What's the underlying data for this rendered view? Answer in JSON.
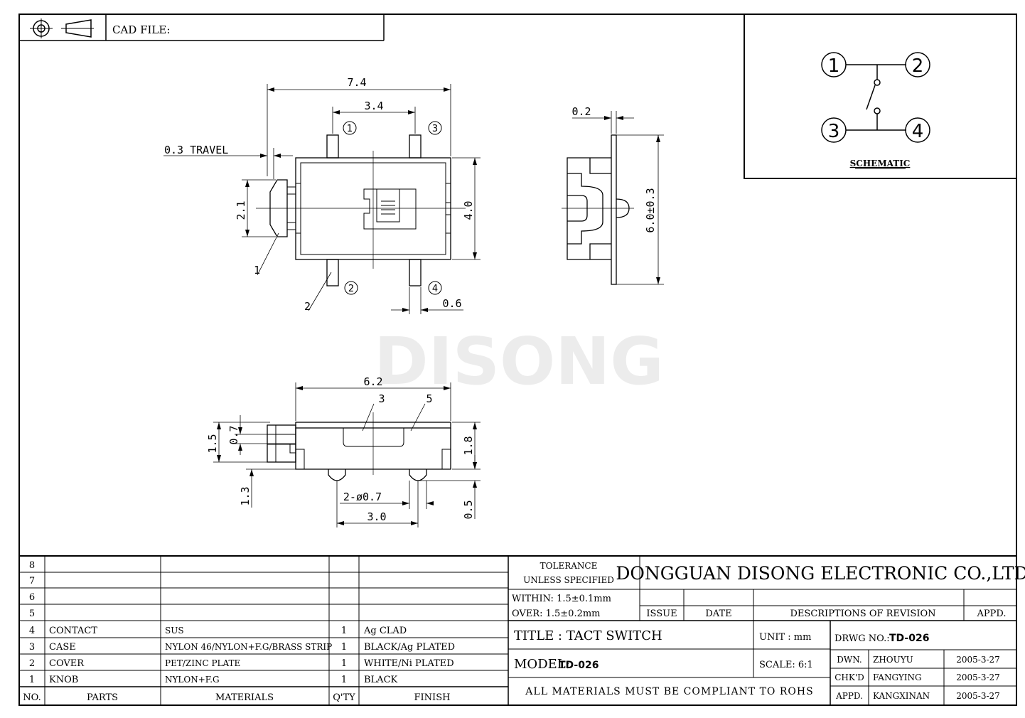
{
  "header": {
    "cad_label": "CAD FILE:"
  },
  "watermark": "DISONG",
  "schematic": {
    "title": "SCHEMATIC",
    "pins": [
      "1",
      "2",
      "3",
      "4"
    ]
  },
  "drawing": {
    "dims": {
      "width_top": "7.4",
      "pitch_top": "3.4",
      "travel": "0.3 TRAVEL",
      "knob_height": "2.1",
      "body_height": "4.0",
      "pin_width": "0.6",
      "side_offset": "0.2",
      "side_height": "6.0±0.3",
      "bottom_width": "6.2",
      "bottom_h15": "1.5",
      "bottom_h07": "0.7",
      "bottom_h13": "1.3",
      "bottom_h18": "1.8",
      "bottom_h05": "0.5",
      "post_dia": "2-ø0.7",
      "post_pitch": "3.0"
    },
    "callouts": [
      "1",
      "2",
      "3",
      "5"
    ],
    "pin_marks": [
      "1",
      "2",
      "3",
      "4"
    ]
  },
  "bom": {
    "empty_rows": [
      "8",
      "7",
      "6",
      "5"
    ],
    "rows": [
      {
        "no": "4",
        "part": "CONTACT",
        "material": "SUS",
        "qty": "1",
        "finish": "Ag CLAD"
      },
      {
        "no": "3",
        "part": "CASE",
        "material": "NYLON 46/NYLON+F.G/BRASS STRIP",
        "qty": "1",
        "finish": "BLACK/Ag PLATED"
      },
      {
        "no": "2",
        "part": "COVER",
        "material": "PET/ZINC PLATE",
        "qty": "1",
        "finish": "WHITE/Ni PLATED"
      },
      {
        "no": "1",
        "part": "KNOB",
        "material": "NYLON+F.G",
        "qty": "1",
        "finish": "BLACK"
      }
    ],
    "headers": {
      "no": "NO.",
      "part": "PARTS",
      "material": "MATERIALS",
      "qty": "Q'TY",
      "finish": "FINISH"
    }
  },
  "title_block": {
    "tolerance_line1": "TOLERANCE",
    "tolerance_line2": "UNLESS  SPECIFIED",
    "company": "DONGGUAN DISONG ELECTRONIC CO.,LTD.",
    "within": "WITHIN: 1.5±0.1mm",
    "over": "OVER: 1.5±0.2mm",
    "issue": "ISSUE",
    "date": "DATE",
    "revision": "DESCRIPTIONS OF REVISION",
    "appd": "APPD.",
    "title": "TITLE :  TACT SWITCH",
    "unit": "UNIT :  mm",
    "drwg_label": "DRWG NO.:",
    "drwg_no": "TD-026",
    "model_label": "MODEL:",
    "model": "TD-026",
    "scale": "SCALE:  6:1",
    "rohs": "ALL MATERIALS MUST BE COMPLIANT TO ROHS",
    "sign": [
      {
        "role": "DWN.",
        "name": "ZHOUYU",
        "date": "2005-3-27"
      },
      {
        "role": "CHK'D",
        "name": "FANGYING",
        "date": "2005-3-27"
      },
      {
        "role": "APPD.",
        "name": "KANGXINAN",
        "date": "2005-3-27"
      }
    ]
  },
  "colors": {
    "ink": "#000000",
    "watermark": "#ececec"
  }
}
